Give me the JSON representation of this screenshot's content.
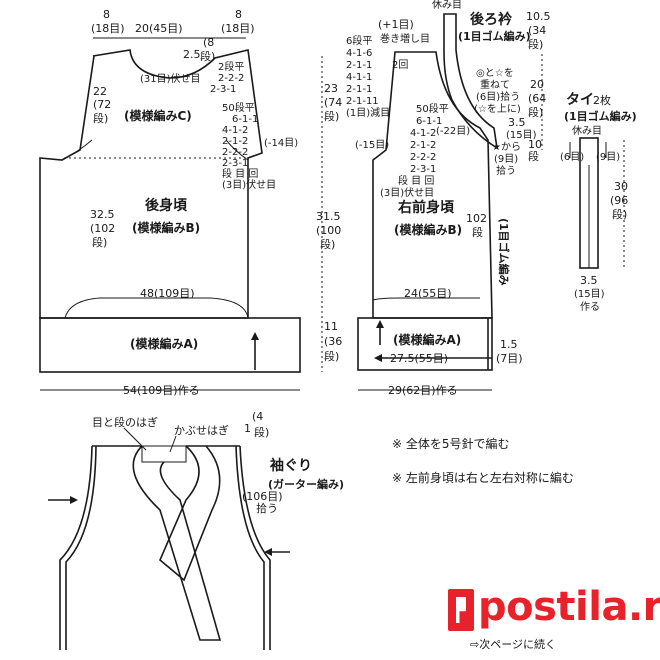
{
  "back": {
    "top_left": "8",
    "top_left_st": "(18目)",
    "top_center": "20(45目)",
    "top_right": "8",
    "top_right_st": "(18目)",
    "neck_depth": "2.5",
    "neck_rows_a": "(8",
    "neck_rows_b": "段)",
    "neck_bindoff": "(31目)伏せ目",
    "neck_dec1": "2段平",
    "neck_dec2": "2-2-2",
    "neck_dec3": "2-3-1",
    "pattern_c": "(模様編みC)",
    "armhole_h_a": "22",
    "armhole_h_b": "(72",
    "armhole_h_c": "段)",
    "arm_dec1": "50段平",
    "arm_dec2": "6-1-1",
    "arm_dec3": "4-1-2",
    "arm_dec4": "2-1-2",
    "arm_dec5": "2-2-2",
    "arm_dec6": "2-3-1",
    "arm_dec_total": "(-14目)",
    "arm_dec_hdr": "段 目 回",
    "arm_bindoff": "(3目)伏せ目",
    "title": "後身頃",
    "pattern_b": "(模様編みB)",
    "side_a": "32.5",
    "side_b": "(102",
    "side_c": "段)",
    "width": "48(109目)",
    "pattern_a": "(模様編みA)",
    "bottom_width": "54(109目)作る",
    "h_total_a": "23",
    "h_total_b": "(74",
    "h_total_c": "段)",
    "h_body_a": "31.5",
    "h_body_b": "(100",
    "h_body_c": "段)",
    "h_rib_a": "11",
    "h_rib_b": "(36",
    "h_rib_c": "段)"
  },
  "front": {
    "inc_a": "(+1目)",
    "inc_b": "巻き増し目",
    "neck_dec0": "6段平",
    "neck_dec1": "4-1-6",
    "neck_dec2": "2-1-1",
    "neck_dec3": "4-1-1",
    "neck_dec4": "2-1-1",
    "neck_dec5": "2-1-11",
    "neck_dec6": "(1目)減目",
    "neck_dec_times": "2回",
    "arm_dec1": "50段平",
    "arm_dec2": "6-1-1",
    "arm_dec3": "4-1-2",
    "arm_dec4": "2-1-2",
    "arm_dec5": "2-2-2",
    "arm_dec6": "2-3-1",
    "arm_dec_hdr": "段 目 回",
    "arm_bindoff": "(3目)伏せ目",
    "arm_dec_total": "(-15目)",
    "neck_dec_total": "(-22目)",
    "title": "右前身頃",
    "pattern_b": "(模様編みB)",
    "side_a": "102",
    "side_b": "段",
    "rib_side": "(1目ゴム編み",
    "width": "24(55目)",
    "pattern_a": "(模様編みA)",
    "bottom_width": "27.5(55目)",
    "bottom_total": "29(62目)作る",
    "edge_a": "1.5",
    "edge_b": "(7目)"
  },
  "collar": {
    "rest": "休み目",
    "title": "後ろ衿",
    "sub": "(1目ゴム編み)",
    "h_a": "10.5",
    "h_b": "(34",
    "h_c": "段)",
    "mid_a": "20",
    "mid_b": "(64",
    "mid_c": "段)",
    "bot_a": "10",
    "bot_b": "段",
    "join1": "◎と☆を",
    "join2": "重ねて",
    "join3": "(6目)拾う",
    "join4": "(☆を上に)",
    "w_a": "3.5",
    "w_b": "(15目)",
    "pick1": "★から",
    "pick2": "(9目)",
    "pick3": "拾う"
  },
  "tie": {
    "title": "タイ",
    "count": "2枚",
    "sub": "(1目ゴム編み)",
    "rest": "休み目",
    "left_st": "(6目)",
    "right_st": "(9目)",
    "h_a": "30",
    "h_b": "(96",
    "h_c": "段)",
    "w_a": "3.5",
    "w_b": "(15目)",
    "w_c": "作る"
  },
  "assembly": {
    "seam_label": "目と段のはぎ",
    "kabuse_label": "かぶせはぎ",
    "arm_a": "1",
    "arm_b": "(4",
    "arm_c": "段)",
    "armband_title": "袖ぐり",
    "armband_sub": "(ガーター編み)",
    "pick_a": "(106目)",
    "pick_b": "拾う"
  },
  "notes": {
    "n1": "※ 全体を5号針で編む",
    "n2": "※ 左前身頃は右と左右対称に編む",
    "next": "⇨次ページに続く"
  },
  "watermark": "postila.ru"
}
